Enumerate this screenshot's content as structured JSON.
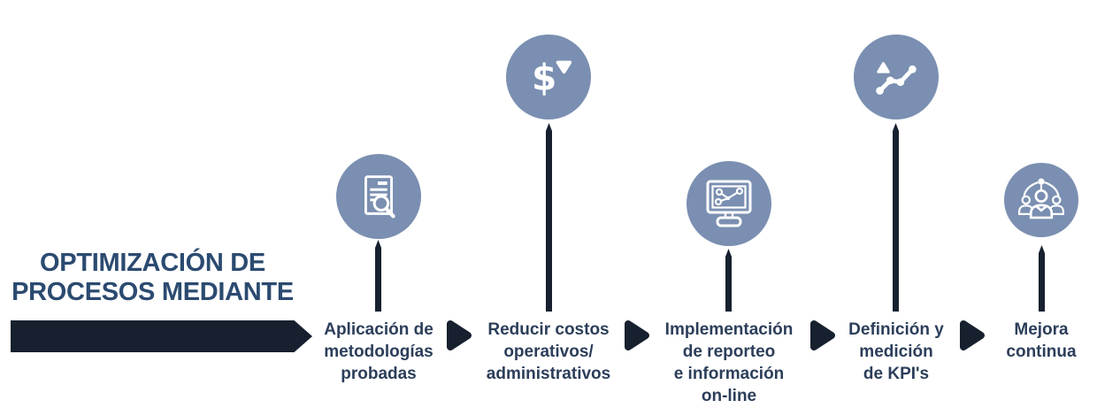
{
  "title": {
    "text": "OPTIMIZACIÓN DE\nPROCESOS MEDIANTE"
  },
  "steps": [
    {
      "label": "Aplicación de\nmetodologías\nprobadas",
      "icon": "document-search"
    },
    {
      "label": "Reducir costos\noperativos/\nadministrativos",
      "icon": "dollar-decrease"
    },
    {
      "label": "Implementación\nde reporteo\ne información\non-line",
      "icon": "monitor-chart"
    },
    {
      "label": "Definición y\nmedición\nde KPI's",
      "icon": "kpi-trend-chart"
    },
    {
      "label": "Mejora\ncontinua",
      "icon": "team-network"
    }
  ],
  "icons": {
    "dollar_glyph": "$"
  },
  "colors": {
    "circle": "#7a8fb1",
    "dark": "#17202e",
    "title": "#2b4a70",
    "label": "#2c3e5a",
    "icon": "#ffffff",
    "background": "#ffffff"
  }
}
